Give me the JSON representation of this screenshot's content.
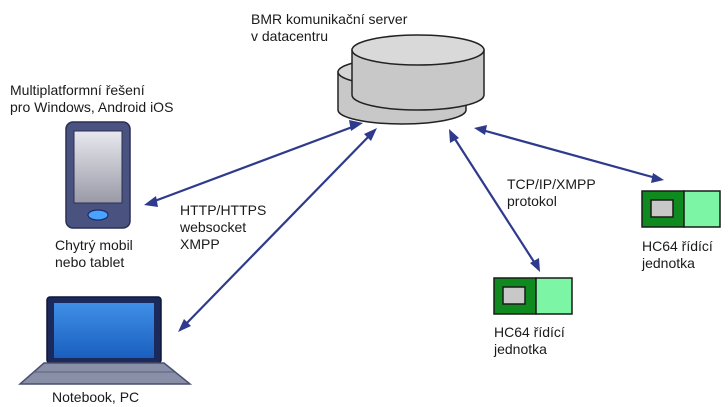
{
  "server": {
    "label_lines": [
      "BMR komunikační server",
      "v datacentru"
    ]
  },
  "mobile": {
    "heading_lines": [
      "Multiplatformní řešení",
      "pro Windows, Android iOS"
    ],
    "label_lines": [
      "Chytrý mobil",
      "nebo tablet"
    ]
  },
  "notebook": {
    "label_lines": [
      "Notebook, PC"
    ]
  },
  "protocols": {
    "client_lines": [
      "HTTP/HTTPS",
      "websocket",
      "XMPP"
    ],
    "unit_lines": [
      "TCP/IP/XMPP",
      "protokol"
    ]
  },
  "units": [
    {
      "label_lines": [
        "HC64 řídící",
        "jednotka"
      ]
    },
    {
      "label_lines": [
        "HC64 řídící",
        "jednotka"
      ]
    }
  ],
  "colors": {
    "arrow": "#2e3a8c",
    "server_fill": "#c8c8c8",
    "unit_dark": "#0f8a1f",
    "unit_light": "#7cf5a4",
    "device_frame": "#4a5380",
    "screen": "#1e6fd0"
  }
}
